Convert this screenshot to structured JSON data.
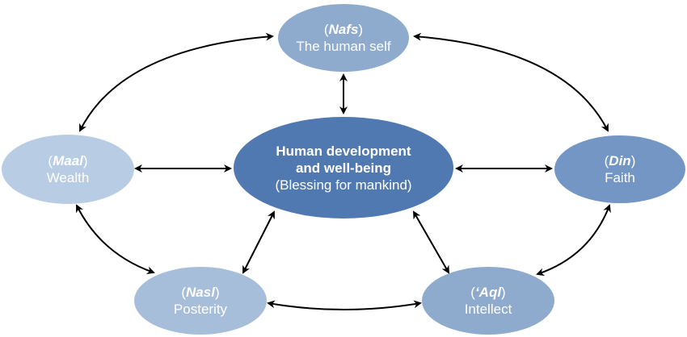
{
  "center": {
    "line1": "Human development",
    "line2": "and well-being",
    "line3": "(Blessing for mankind)",
    "color": "#4f79b0"
  },
  "nodes": {
    "nafs": {
      "term": "Nafs",
      "label": "The human self",
      "color": "#8eaacd"
    },
    "maal": {
      "term": "Maal",
      "label": "Wealth",
      "color": "#b8cce4"
    },
    "din": {
      "term": "Din",
      "label": "Faith",
      "color": "#7396c4"
    },
    "nasl": {
      "term": "Nasl",
      "label": "Posterity",
      "color": "#a7bedb"
    },
    "aql": {
      "term": "‘Aql",
      "label": "Intellect",
      "color": "#8eaacd"
    }
  },
  "paren_open": "(",
  "paren_close": ")"
}
